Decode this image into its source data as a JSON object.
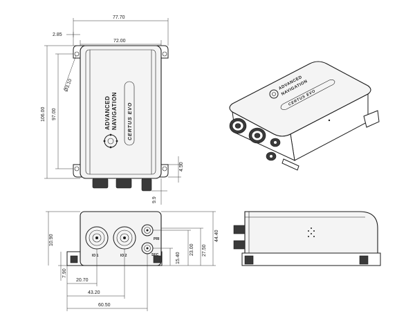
{
  "brand": {
    "line1": "ADVANCED",
    "line2": "NAVIGATION"
  },
  "model": "CERTUS EVO",
  "ports": {
    "io1": "IO 1",
    "io2": "IO 2",
    "pri": "PRI",
    "sec": "SEC"
  },
  "dimensions": {
    "overall_width": "77.70",
    "body_width": "72.00",
    "flange_offset": "2.85",
    "hole_diameter": "Ø3.10",
    "overall_length": "106.00",
    "hole_spacing": "97.00",
    "flange_height": "4.50",
    "connector_protrusion": "9.9",
    "front_width": "60.50",
    "io2_offset": "43.20",
    "io1_offset": "20.70",
    "base_height": "7.90",
    "lower_connector_height": "15.40",
    "upper_connector_height": "23.00",
    "body_height": "27.50",
    "overall_height": "44.40",
    "front_left_height": "10.90"
  }
}
